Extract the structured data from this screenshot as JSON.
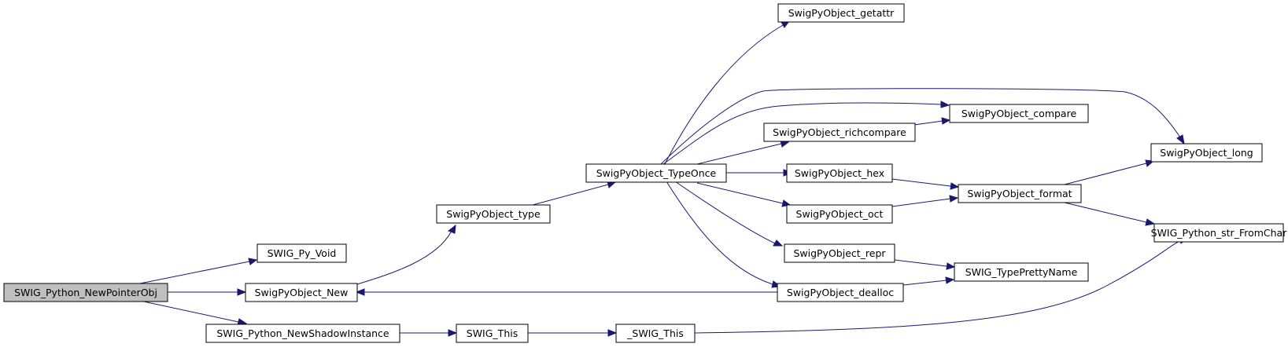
{
  "diagram": {
    "nodes": [
      {
        "id": "root",
        "label": "SWIG_Python_NewPointerObj"
      },
      {
        "id": "py_void",
        "label": "SWIG_Py_Void"
      },
      {
        "id": "obj_new",
        "label": "SwigPyObject_New"
      },
      {
        "id": "shadow",
        "label": "SWIG_Python_NewShadowInstance"
      },
      {
        "id": "obj_type",
        "label": "SwigPyObject_type"
      },
      {
        "id": "swig_this",
        "label": "SWIG_This"
      },
      {
        "id": "typeonce",
        "label": "SwigPyObject_TypeOnce"
      },
      {
        "id": "_swig_this",
        "label": "_SWIG_This"
      },
      {
        "id": "getattr",
        "label": "SwigPyObject_getattr"
      },
      {
        "id": "richcompare",
        "label": "SwigPyObject_richcompare"
      },
      {
        "id": "hex",
        "label": "SwigPyObject_hex"
      },
      {
        "id": "oct",
        "label": "SwigPyObject_oct"
      },
      {
        "id": "repr",
        "label": "SwigPyObject_repr"
      },
      {
        "id": "dealloc",
        "label": "SwigPyObject_dealloc"
      },
      {
        "id": "compare",
        "label": "SwigPyObject_compare"
      },
      {
        "id": "format",
        "label": "SwigPyObject_format"
      },
      {
        "id": "prettyname",
        "label": "SWIG_TypePrettyName"
      },
      {
        "id": "long",
        "label": "SwigPyObject_long"
      },
      {
        "id": "str_fromchar",
        "label": "SWIG_Python_str_FromChar"
      }
    ]
  }
}
